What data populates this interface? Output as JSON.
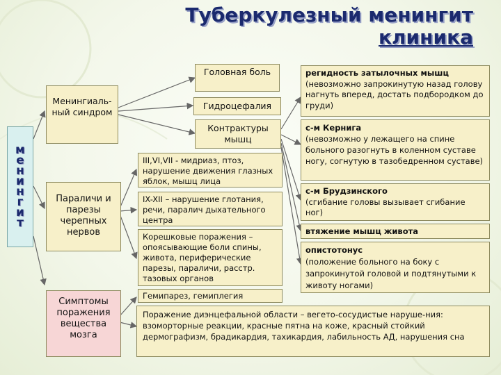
{
  "title": {
    "line1": "Туберкулезный менингит",
    "line2": "клиника"
  },
  "vertical_label": "менингит",
  "categories": {
    "meningeal": "Менингиаль-ный синдром",
    "paralysis": "Параличи и парезы черепных нервов",
    "substance": "Симптомы поражения вещества мозга"
  },
  "middle": {
    "headache": "Головная боль",
    "hydrocephalus": "Гидроцефалия",
    "contractures": "Контрактуры мышц",
    "cn_3_6_7": "III,VI,VII - мидриаз, птоз, нарушение движения глазных яблок, мышц лица",
    "cn_9_12": "IX-XII – нарушение глотания, речи, паралич дыхательного центра",
    "radicular": "Корешковые поражения – опоясывающие боли спины, живота, периферические парезы, параличи, расстр. тазовых органов",
    "hemiparesis": "Гемипарез, гемиплегия"
  },
  "right": {
    "rigidity": {
      "head": "регидность затылочных мышц",
      "body": "(невозможно запрокинутую назад голову нагнуть вперед, достать  подбородком до груди)"
    },
    "kernig": {
      "head": "с-м Кернига",
      "body": "(невозможно у лежащего на спине  больного разогнуть в коленном  суставе ногу, согнутую в тазобедренном суставе)"
    },
    "brudzinski": {
      "head": "с-м Брудзинского",
      "body": "(сгибание головы вызывает сгибание ног)"
    },
    "abdomen": "втяжение мышц живота",
    "opisthotonus": {
      "head": "опистотонус",
      "body": "(положение больного на боку  с запрокинутой головой и подтянутыми к животу ногами)"
    }
  },
  "bottom": "Поражение диэнцефальной области – вегето-сосудистые наруше-ния: взоморторные реакции, красные пятна на коже, красный стойкий дермографизм, брадикардия, тахикардия, лабильность АД, нарушения сна"
}
